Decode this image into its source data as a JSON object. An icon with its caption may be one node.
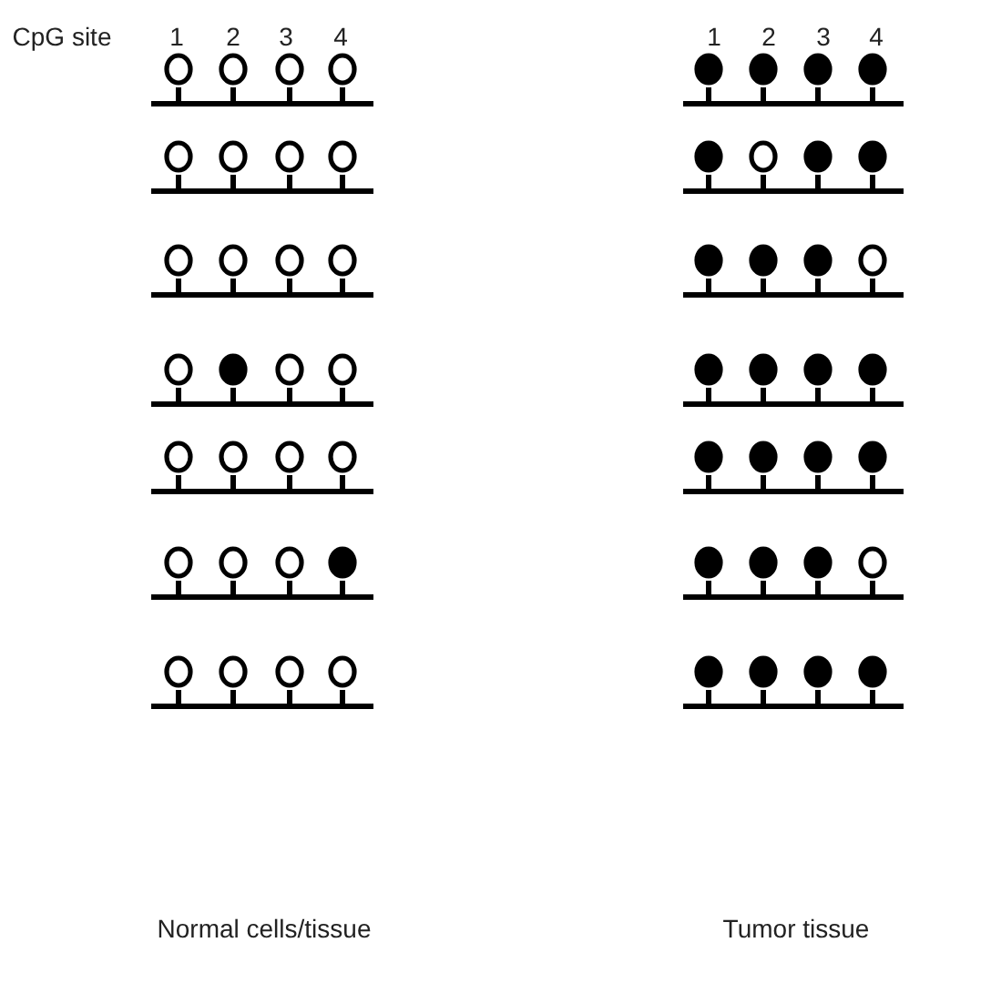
{
  "diagram": {
    "nodes": [
      {
        "text": [],
        "shape": "circle"
      },
      {
        "text": [],
        "shape": "circle"
      },
      {
        "text": [],
        "shape": "circle"
      },
      {
        "text": [],
        "shape": "circle"
      },
      {
        "text": [],
        "shape": "dot"
      },
      {
        "text": [],
        "shape": "dot"
      },
      {
        "text": [],
        "shape": "dot"
      },
      {
        "text": [],
        "shape": "dot"
      },
      {
        "text": [],
        "shape": "circle"
      },
      {
        "text": [],
        "shape": "circle"
      },
      {
        "text": [],
        "shape": "circle"
      },
      {
        "text": [],
        "shape": "circle"
      },
      {
        "text": [],
        "shape": "dot"
      },
      {
        "text": [],
        "shape": "circle"
      },
      {
        "text": [],
        "shape": "dot"
      },
      {
        "text": [],
        "shape": "dot"
      },
      {
        "text": [],
        "shape": "circle"
      },
      {
        "text": [],
        "shape": "circle"
      },
      {
        "text": [],
        "shape": "circle"
      },
      {
        "text": [],
        "shape": "circle"
      },
      {
        "text": [],
        "shape": "dot"
      },
      {
        "text": [],
        "shape": "dot"
      },
      {
        "text": [],
        "shape": "dot"
      },
      {
        "text": [],
        "shape": "circle"
      },
      {
        "text": [],
        "shape": "circle"
      },
      {
        "text": [],
        "shape": "dot"
      },
      {
        "text": [],
        "shape": "circle"
      },
      {
        "text": [],
        "shape": "circle"
      },
      {
        "text": [],
        "shape": "dot"
      },
      {
        "text": [],
        "shape": "dot"
      },
      {
        "text": [],
        "shape": "dot"
      },
      {
        "text": [],
        "shape": "dot"
      },
      {
        "text": [],
        "shape": "circle"
      },
      {
        "text": [],
        "shape": "circle"
      },
      {
        "text": [],
        "shape": "circle"
      },
      {
        "text": [],
        "shape": "circle"
      },
      {
        "text": [],
        "shape": "dot"
      },
      {
        "text": [],
        "shape": "dot"
      },
      {
        "text": [],
        "shape": "dot"
      },
      {
        "text": [],
        "shape": "dot"
      },
      {
        "text": [],
        "shape": "circle"
      },
      {
        "text": [],
        "shape": "circle"
      },
      {
        "text": [],
        "shape": "circle"
      },
      {
        "text": [],
        "shape": "dot"
      },
      {
        "text": [],
        "shape": "dot"
      },
      {
        "text": [],
        "shape": "dot"
      },
      {
        "text": [],
        "shape": "dot"
      },
      {
        "text": [],
        "shape": "circle"
      },
      {
        "text": [],
        "shape": "circle"
      },
      {
        "text": [],
        "shape": "circle"
      },
      {
        "text": [],
        "shape": "circle"
      },
      {
        "text": [],
        "shape": "circle"
      },
      {
        "text": [],
        "shape": "dot"
      },
      {
        "text": [],
        "shape": "dot"
      },
      {
        "text": [],
        "shape": "dot"
      },
      {
        "text": [],
        "shape": "dot"
      }
    ],
    "labels": [
      "CpG site",
      "1",
      "2",
      "3",
      "4",
      "1",
      "2",
      "3",
      "4",
      "Normal cells/tissue",
      "Tumor tissue"
    ]
  }
}
